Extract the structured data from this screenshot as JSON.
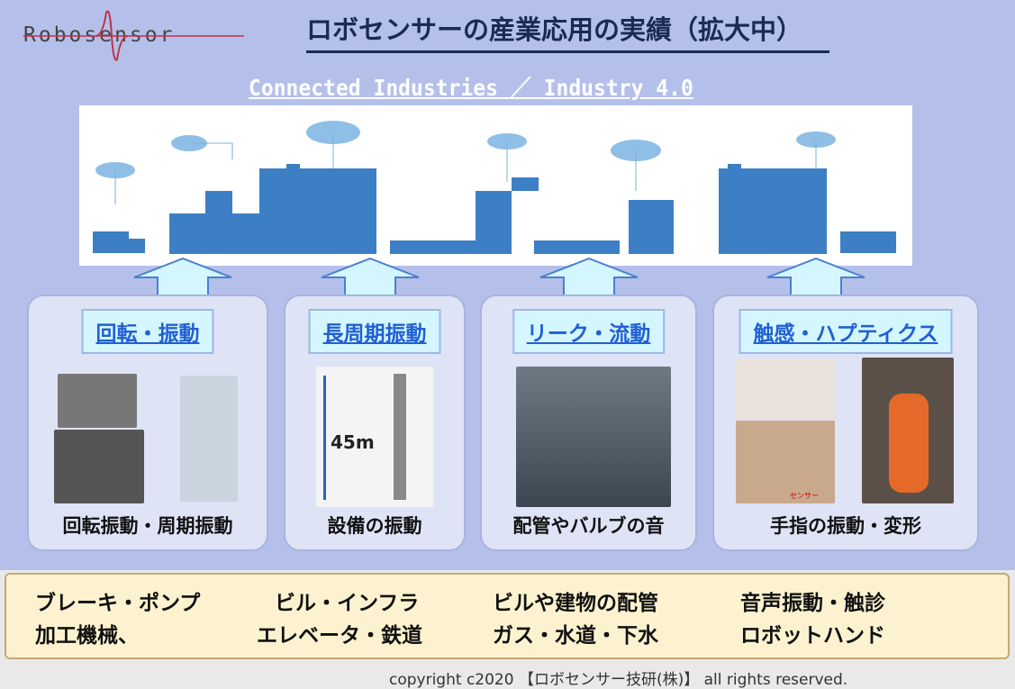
{
  "logo": {
    "text": "Robosensor"
  },
  "title": "ロボセンサーの産業応用の実績（拡大中）",
  "subtitle": "Connected Industries ／ Industry 4.0",
  "panels": [
    {
      "title": "回転・振動",
      "caption": "回転振動・周期振動"
    },
    {
      "title": "長周期振動",
      "caption": "設備の振動",
      "image_label": "45m"
    },
    {
      "title": "リーク・流動",
      "caption": "配管やバルブの音"
    },
    {
      "title": "触感・ハプティクス",
      "caption": "手指の振動・変形",
      "image_label": "センサー"
    }
  ],
  "applications": [
    [
      "ブレーキ・ポンプ",
      "加工機械、"
    ],
    [
      "ビル・インフラ",
      "エレベータ・鉄道"
    ],
    [
      "ビルや建物の配管",
      "ガス・水道・下水"
    ],
    [
      "音声振動・触診",
      "ロボットハンド"
    ]
  ],
  "footer": "copyright c2020 【ロボセンサー技研(株)】 all rights reserved.",
  "colors": {
    "background": "#b4c0ea",
    "accent": "#2160d2",
    "bottom": "#fdf2cf"
  }
}
